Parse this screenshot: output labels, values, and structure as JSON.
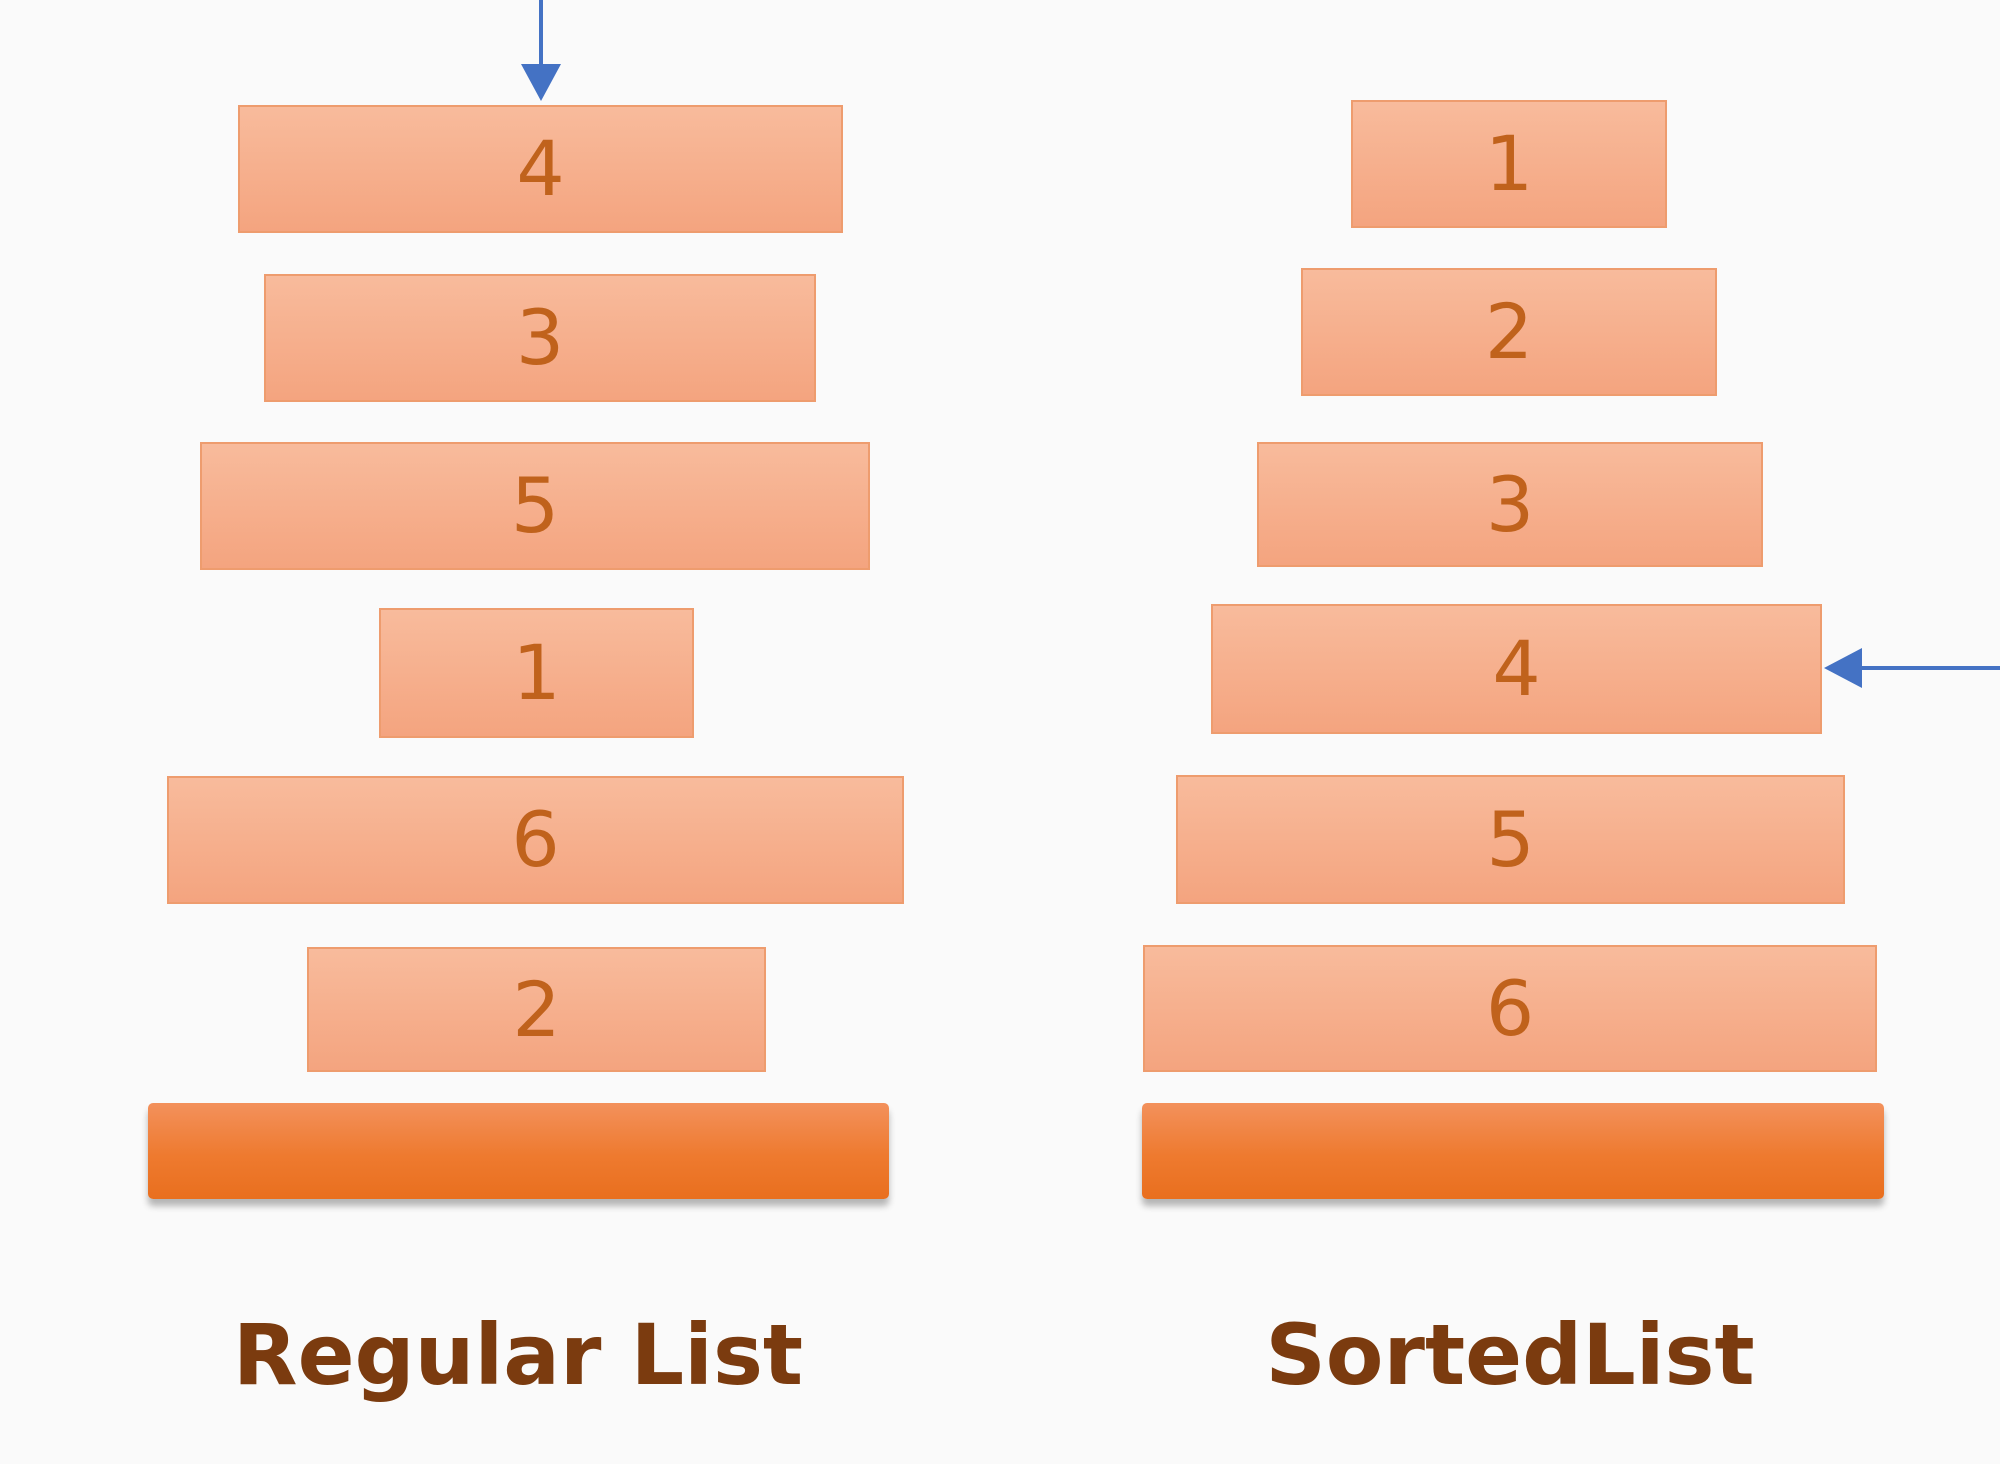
{
  "regular_list": {
    "label": "Regular List",
    "items": [
      "4",
      "3",
      "5",
      "1",
      "6",
      "2"
    ]
  },
  "sorted_list": {
    "label": "SortedList",
    "items": [
      "1",
      "2",
      "3",
      "4",
      "5",
      "6"
    ]
  },
  "colors": {
    "block_fill_top": "#f8bb9c",
    "block_fill_bottom": "#f4a47f",
    "block_border": "#ee9c6e",
    "block_text": "#c0621c",
    "base_fill": "#ee7a2f",
    "label_text": "#7b3b0f",
    "arrow": "#4472c4",
    "background": "#fafafa"
  }
}
